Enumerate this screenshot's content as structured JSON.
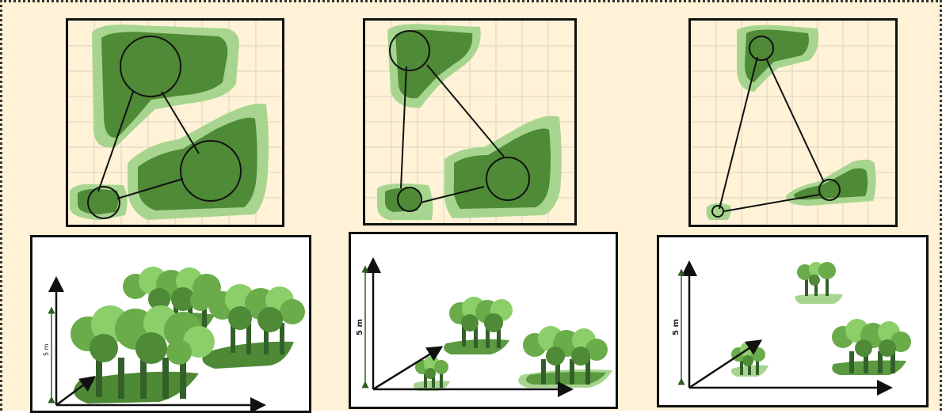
{
  "colors": {
    "background": "#fff2d6",
    "grid_line": "#d9d4c4",
    "patch_buffer": "#a7d58f",
    "patch_core": "#4f8a37",
    "tree_light": "#8ccf6a",
    "tree_mid": "#6aab4a",
    "tree_dark": "#3f7a2c",
    "trunk": "#33602a",
    "ground": "#4e8a36",
    "outline": "#111111"
  },
  "icons": [
    "forest-patch-map",
    "network-link",
    "patch-node-circle",
    "tree-cluster",
    "axis-arrow"
  ],
  "scale_labels": {
    "scene1": "5 m",
    "scene2": "5 m",
    "scene3": "5 m"
  }
}
